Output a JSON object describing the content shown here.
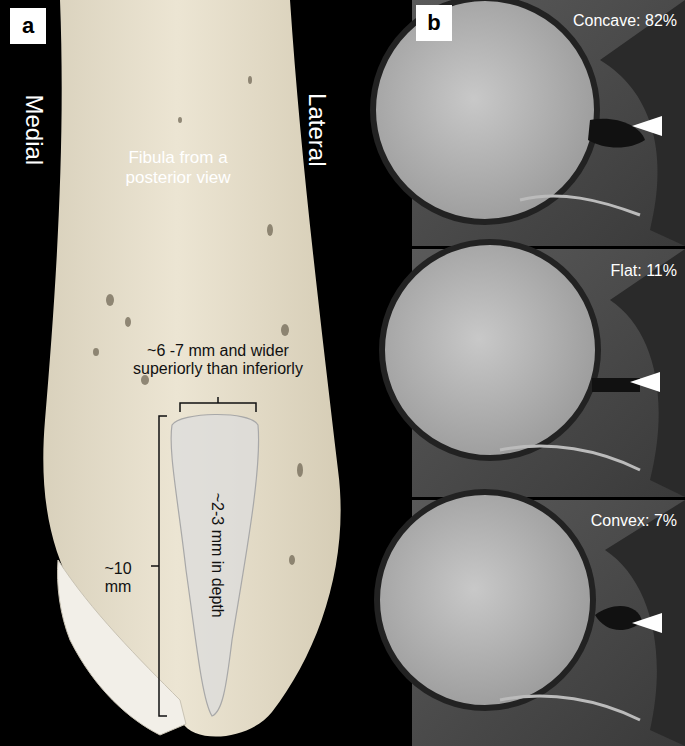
{
  "diagram": {
    "nodes": [
      {
        "text": [
          "a"
        ]
      },
      {
        "text": [
          "b"
        ]
      }
    ],
    "labels": [
      "Medial",
      "Fibula from a posterior view",
      "Lateral",
      "~6 -7 mm and wider superiorly than inferiorly",
      "~2-3 mm in depth",
      "~10 mm",
      "Concave: 82%",
      "Flat: 11%",
      "Convex: 7%"
    ]
  }
}
